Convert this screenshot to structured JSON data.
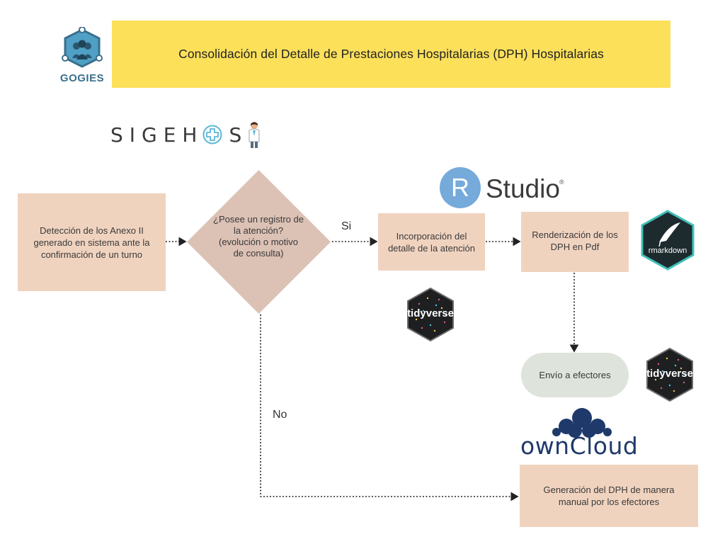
{
  "header": {
    "logo_text": "GOGIES",
    "title": "Consolidación del Detalle de Prestaciones Hospitalarias (DPH) Hospitalarias"
  },
  "brand": {
    "sigehos_prefix": "SIGEH",
    "sigehos_suffix": "S",
    "rstudio_letter": "R",
    "rstudio_word": "Studio",
    "owncloud": "ownCloud"
  },
  "nodes": {
    "start": "Detección de los Anexo II generado en sistema ante la confirmación de un turno",
    "decision": "¿Posee un registro de la atención? (evolución o motivo de consulta)",
    "incorporacion": "Incorporación del detalle de la atención",
    "renderizacion": "Renderización de los DPH en Pdf",
    "envio": "Envío a efectores",
    "generacion": "Generación del DPH de manera manual por los efectores"
  },
  "edges": {
    "yes_label": "Si",
    "no_label": "No"
  },
  "badges": {
    "tidyverse": "tidyverse",
    "rmarkdown": "rmarkdown"
  },
  "colors": {
    "header_yellow": "#fce05a",
    "node_peach": "#f0d3bf",
    "decision_tan": "#dcc1b5",
    "envio_gray": "#dee3db",
    "logo_blue": "#3b6f8c",
    "rstudio_blue": "#75aadb",
    "hex_dark": "#1d1f21",
    "rmarkdown_teal": "#40c1b8",
    "owncloud_navy": "#1f3a6a"
  }
}
